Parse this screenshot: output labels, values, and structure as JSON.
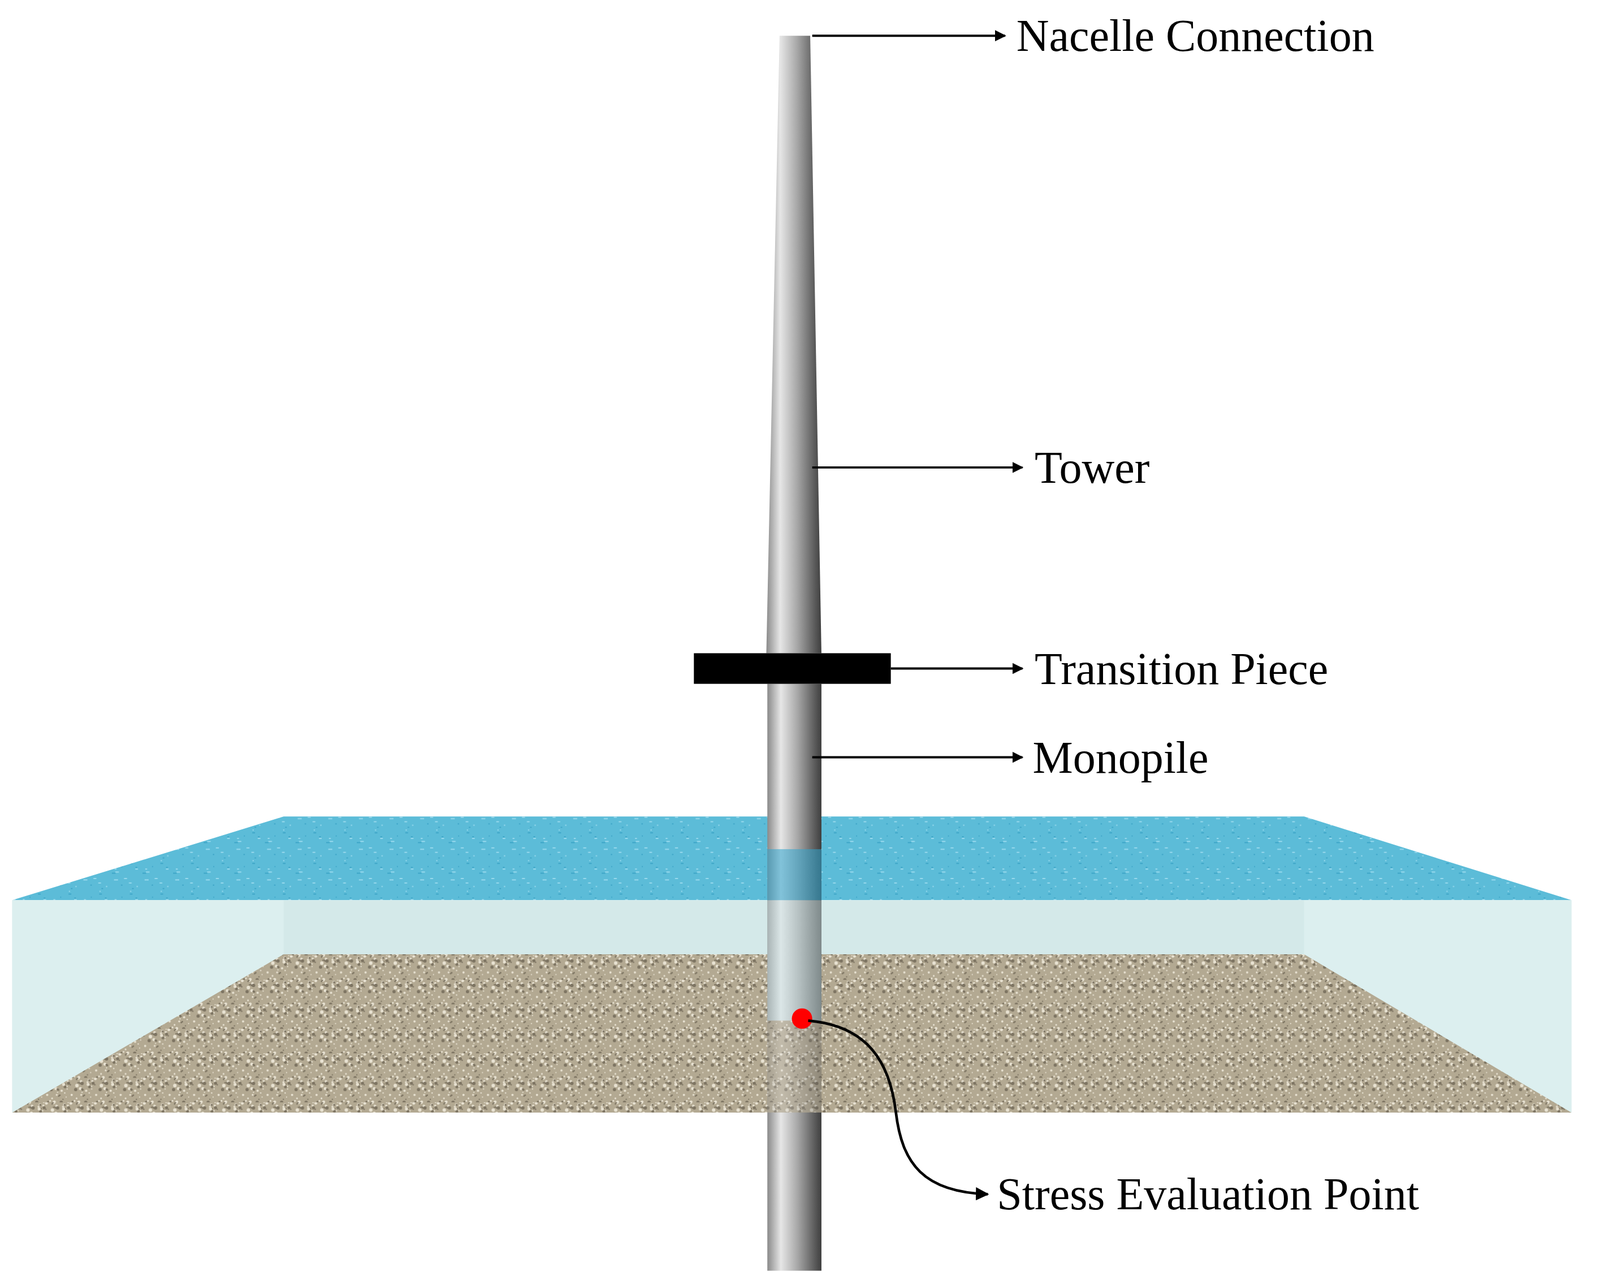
{
  "diagram": {
    "labels": [
      "Nacelle Connection",
      "Tower",
      "Transition Piece",
      "Monopile",
      "Stress Evaluation Point"
    ]
  }
}
